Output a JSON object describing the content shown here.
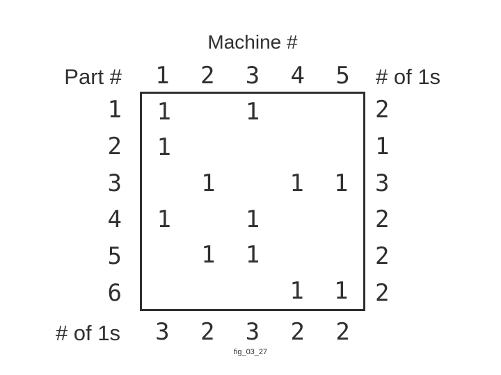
{
  "header": {
    "title": "Machine #",
    "row_axis_label": "Part #",
    "row_totals_label": "# of 1s"
  },
  "footer": {
    "col_totals_label": "# of 1s",
    "caption": "fig_03_27"
  },
  "colors": {
    "ink": "#303030",
    "border": "#2f2f2f",
    "background": "#ffffff"
  },
  "chart_data": {
    "type": "table",
    "title": "Machine #",
    "row_axis": "Part #",
    "columns": [
      "1",
      "2",
      "3",
      "4",
      "5"
    ],
    "rows": [
      "1",
      "2",
      "3",
      "4",
      "5",
      "6"
    ],
    "matrix": [
      [
        "1",
        "",
        "1",
        "",
        ""
      ],
      [
        "1",
        "",
        "",
        "",
        ""
      ],
      [
        "",
        "1",
        "",
        "1",
        "1"
      ],
      [
        "1",
        "",
        "1",
        "",
        ""
      ],
      [
        "",
        "1",
        "1",
        "",
        ""
      ],
      [
        "",
        "",
        "",
        "1",
        "1"
      ]
    ],
    "row_totals": [
      "2",
      "1",
      "3",
      "2",
      "2",
      "2"
    ],
    "col_totals": [
      "3",
      "2",
      "3",
      "2",
      "2"
    ],
    "totals_label": "# of 1s",
    "layout_hints": {
      "grid_lines": "outer-border-only",
      "row_totals_position": "right",
      "col_totals_position": "bottom"
    }
  }
}
